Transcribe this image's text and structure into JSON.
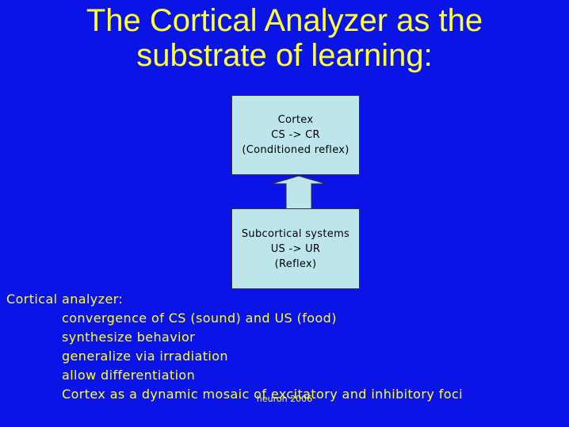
{
  "title": {
    "line1": "The Cortical Analyzer as the",
    "line2": "substrate of learning:"
  },
  "diagram": {
    "top_box": {
      "line1": "Cortex",
      "line2": "CS -> CR",
      "line3": "(Conditioned reflex)"
    },
    "bottom_box": {
      "line1": "Subcortical systems",
      "line2": "US -> UR",
      "line3": "(Reflex)"
    }
  },
  "notes": {
    "heading": "Cortical analyzer:",
    "items": [
      "convergence of CS (sound) and US (food)",
      "synthesize behavior",
      "generalize via irradiation",
      "allow differentiation",
      "Cortex as a dynamic mosaic of excitatory and inhibitory foci"
    ]
  },
  "footer": "heuron 2006",
  "colors": {
    "background": "#0a14e6",
    "title_text": "#ffff33",
    "box_fill": "#bde6ec",
    "arrow_fill": "#bde6ec"
  }
}
